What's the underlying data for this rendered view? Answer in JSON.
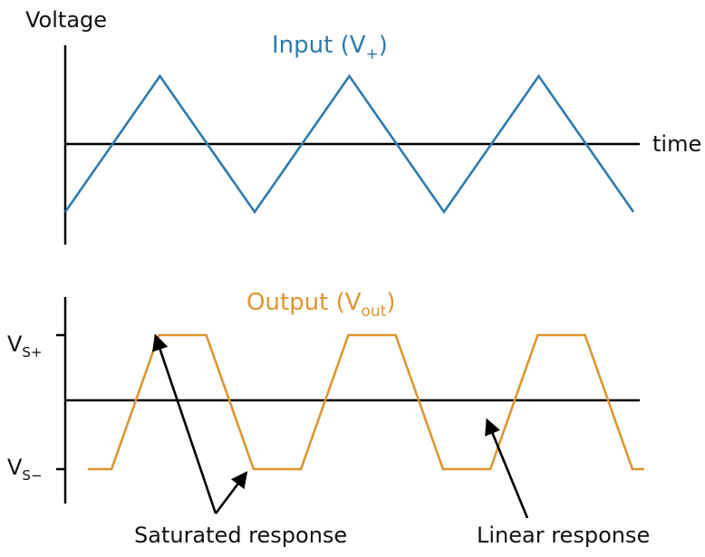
{
  "colors": {
    "input": "#2f7bae",
    "output": "#de9631",
    "axis": "#000000"
  },
  "top_panel": {
    "ylabel": "Voltage",
    "xlabel": "time",
    "title_main": "Input (V",
    "title_sub": "+",
    "title_end": ")"
  },
  "bottom_panel": {
    "title_main": "Output (V",
    "title_sub": "out",
    "title_end": ")",
    "level_high_main": "V",
    "level_high_sub": "S+",
    "level_low_main": "V",
    "level_low_sub": "S−"
  },
  "annotations": {
    "saturated": "Saturated response",
    "linear": "Linear response"
  },
  "input_wave": {
    "type": "triangle",
    "vertices": [
      {
        "phase": 0.0,
        "level": -1
      },
      {
        "phase": 0.5,
        "level": 1
      },
      {
        "phase": 1.0,
        "level": -1
      },
      {
        "phase": 1.5,
        "level": 1
      },
      {
        "phase": 2.0,
        "level": -1
      },
      {
        "phase": 2.5,
        "level": 1
      },
      {
        "phase": 3.0,
        "level": -1
      }
    ]
  },
  "output_wave": {
    "type": "clipped-triangle",
    "clip_fraction": 0.5,
    "periods": 3
  }
}
